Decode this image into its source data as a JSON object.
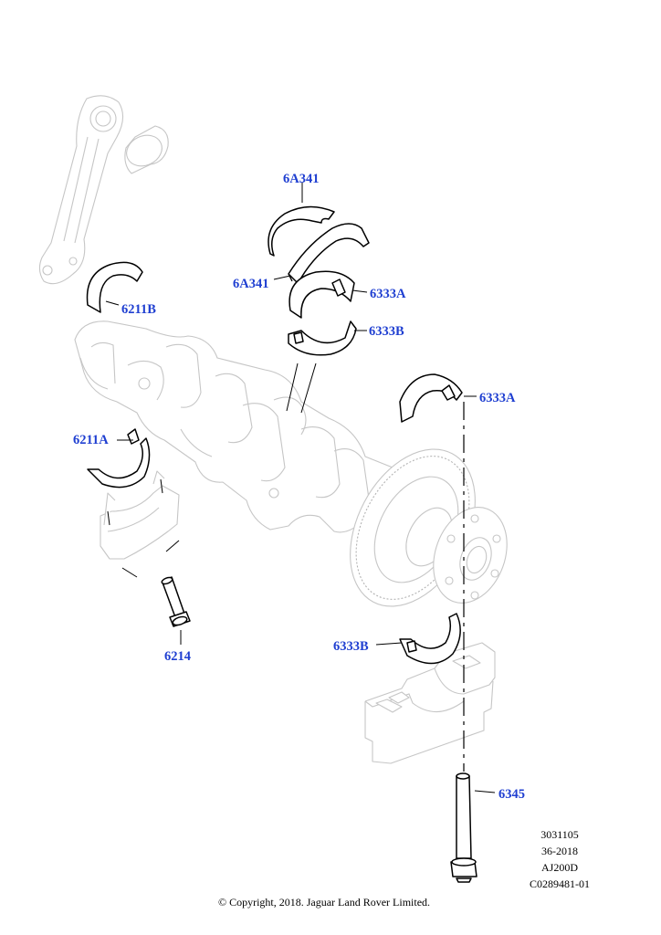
{
  "diagram": {
    "callouts": {
      "p6A341_top": "6A341",
      "p6A341_side": "6A341",
      "p6333A_upper": "6333A",
      "p6333B_upper": "6333B",
      "p6211B": "6211B",
      "p6211A": "6211A",
      "p6333A_right": "6333A",
      "p6214": "6214",
      "p6333B_lower": "6333B",
      "p6345": "6345"
    },
    "reference_codes": [
      "3031105",
      "36-2018",
      "AJ200D",
      "C0289481-01"
    ],
    "copyright": "© Copyright, 2018. Jaguar Land Rover Limited.",
    "colors": {
      "callout": "#1f3fd1",
      "part_outline": "#000000",
      "ghost_outline": "#c6c6c6"
    }
  }
}
